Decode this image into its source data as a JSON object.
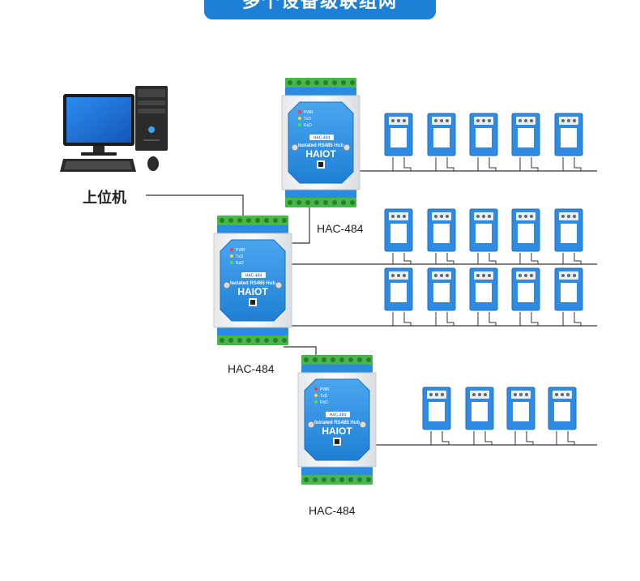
{
  "banner": {
    "title": "多个设备级联组网"
  },
  "host": {
    "label": "上位机"
  },
  "hubs": [
    {
      "id": "hub-top",
      "label": "HAC-484",
      "sensor_count": 5,
      "bus_rows": 1
    },
    {
      "id": "hub-middle",
      "label": "HAC-484",
      "sensor_count": 10,
      "bus_rows": 2
    },
    {
      "id": "hub-bottom",
      "label": "HAC-484",
      "sensor_count": 4,
      "bus_rows": 1
    }
  ],
  "hub_face": {
    "brand": "HAIOT",
    "subtitle": "Isolated RS485 Hub",
    "model_tag": "HAC-484",
    "leds": [
      "PWR",
      "TxD",
      "RxD"
    ]
  },
  "colors": {
    "accent": "#1e7fd6",
    "device_blue": "#2a8be0",
    "terminal_green": "#46b84a",
    "line": "#333333"
  }
}
